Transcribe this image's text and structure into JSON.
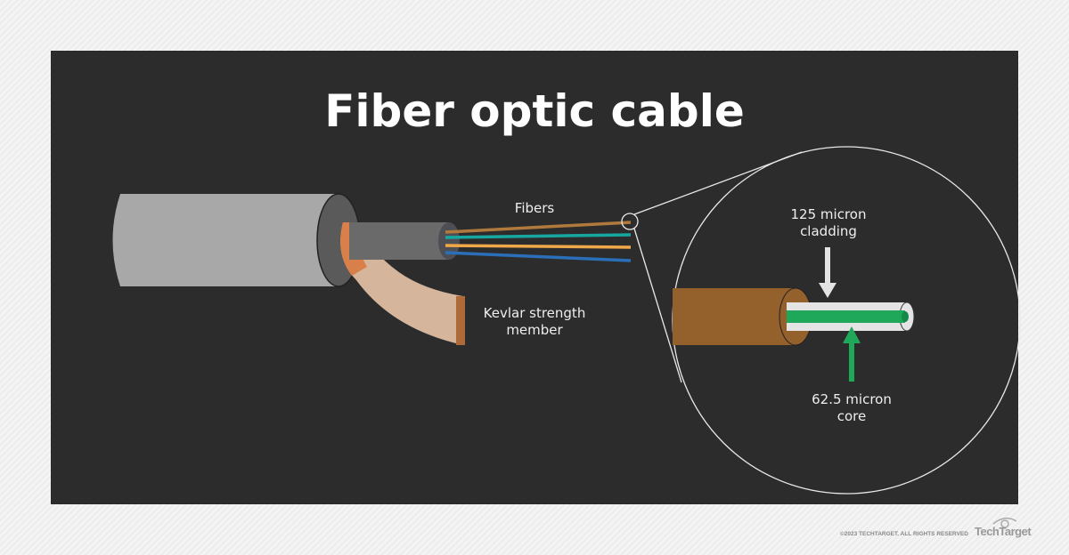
{
  "title": "Fiber optic cable",
  "labels": {
    "fibers": "Fibers",
    "kevlar_1": "Kevlar strength",
    "kevlar_2": "member",
    "cladding_1": "125 micron",
    "cladding_2": "cladding",
    "core_1": "62.5 micron",
    "core_2": "core"
  },
  "colors": {
    "background": "#2d2c2d",
    "jacket": "#a8a8a8",
    "buffer": "#6a6a6a",
    "kevlar": "#d9804a",
    "fiber_brown": "#b07a3c",
    "fiber_teal": "#16a8a0",
    "fiber_yellow": "#f0a848",
    "fiber_blue": "#2a6fb8",
    "core": "#20a85a",
    "cladding": "#e4e4e4"
  },
  "footer": {
    "copyright": "©2023 TECHTARGET. ALL RIGHTS RESERVED",
    "brand": "TechTarget"
  }
}
